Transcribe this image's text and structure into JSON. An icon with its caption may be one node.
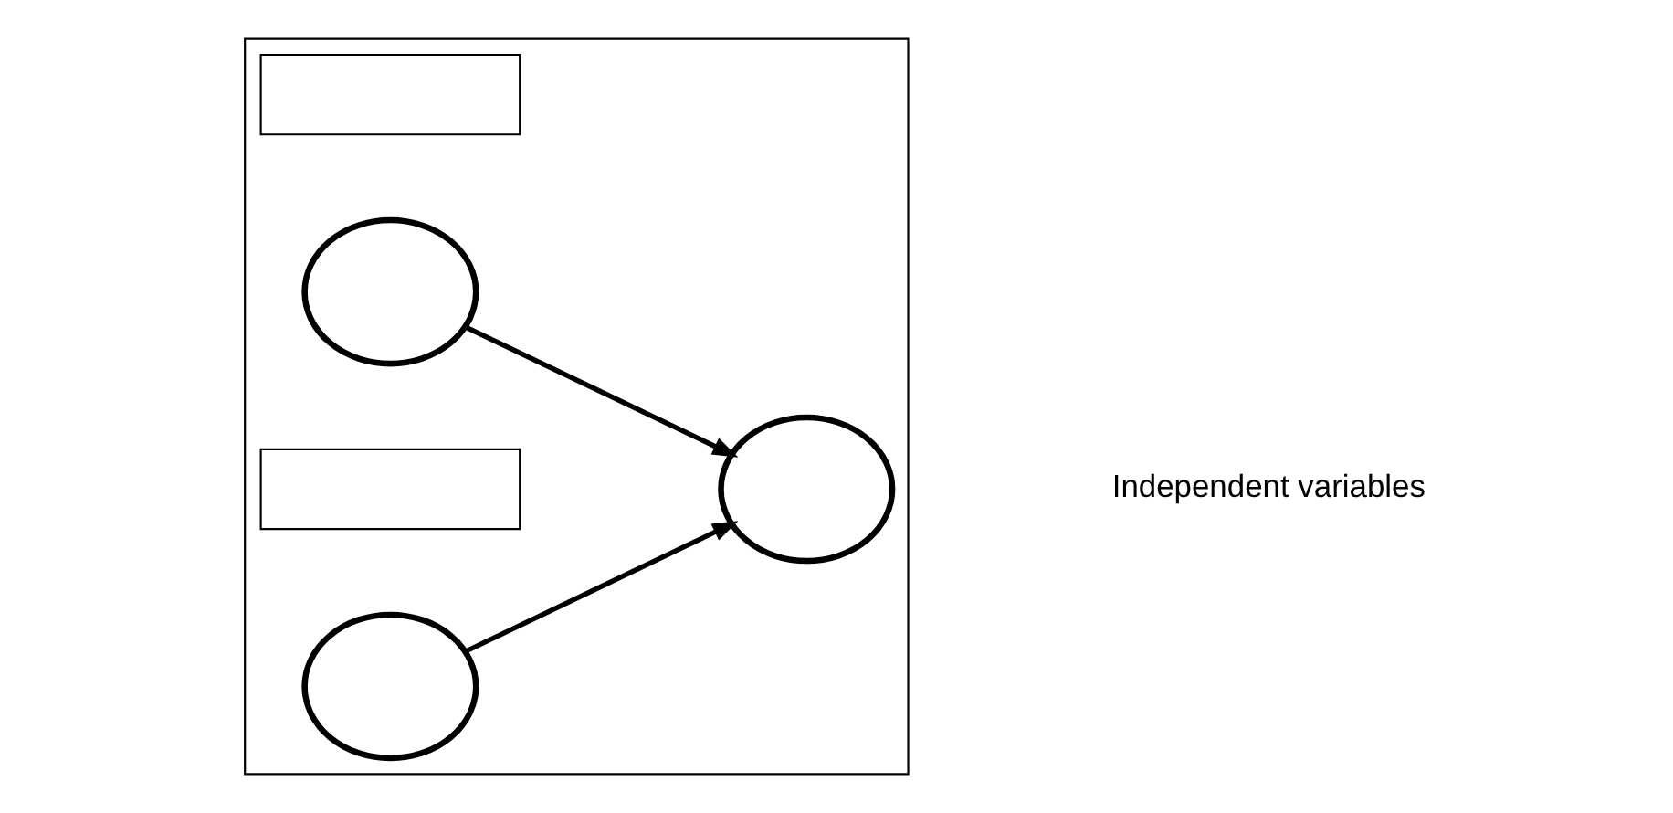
{
  "diagram": {
    "nodes": [
      {
        "text": [],
        "shape": "box"
      },
      {
        "text": [],
        "shape": "box",
        "in": 0
      },
      {
        "text": [],
        "shape": "circle",
        "in": 0
      },
      {
        "text": [],
        "shape": "box",
        "in": 0
      },
      {
        "text": [],
        "shape": "circle",
        "in": 0
      },
      {
        "text": [],
        "shape": "circle",
        "in": 0
      }
    ],
    "edges": [
      {
        "from": 2,
        "to": 4,
        "arrow": "to"
      },
      {
        "from": 5,
        "to": 4,
        "arrow": "to"
      }
    ],
    "labels": [
      "Independent variables"
    ]
  }
}
